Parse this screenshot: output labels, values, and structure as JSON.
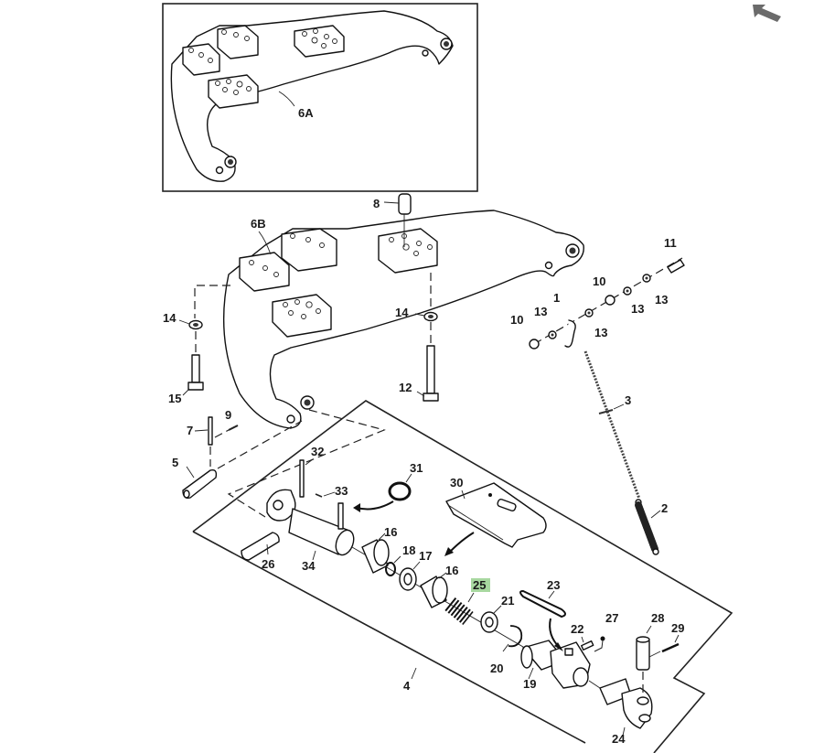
{
  "toolbar": {
    "back_icon": "back-arrow-icon"
  },
  "diagram": {
    "highlighted_callout": "25",
    "highlight_color": "#a8d8a0",
    "inset_label": "6A",
    "callouts": {
      "c6A": "6A",
      "c6B": "6B",
      "c1": "1",
      "c2": "2",
      "c3": "3",
      "c4": "4",
      "c5": "5",
      "c7": "7",
      "c8": "8",
      "c9": "9",
      "c10a": "10",
      "c10b": "10",
      "c11": "11",
      "c12": "12",
      "c13a": "13",
      "c13b": "13",
      "c13c": "13",
      "c13d": "13",
      "c14a": "14",
      "c14b": "14",
      "c15": "15",
      "c16a": "16",
      "c16b": "16",
      "c17": "17",
      "c18": "18",
      "c19": "19",
      "c20": "20",
      "c21": "21",
      "c22": "22",
      "c23": "23",
      "c24": "24",
      "c25": "25",
      "c26": "26",
      "c27": "27",
      "c28": "28",
      "c29": "29",
      "c30": "30",
      "c31": "31",
      "c32": "32",
      "c33": "33",
      "c34": "34"
    }
  }
}
